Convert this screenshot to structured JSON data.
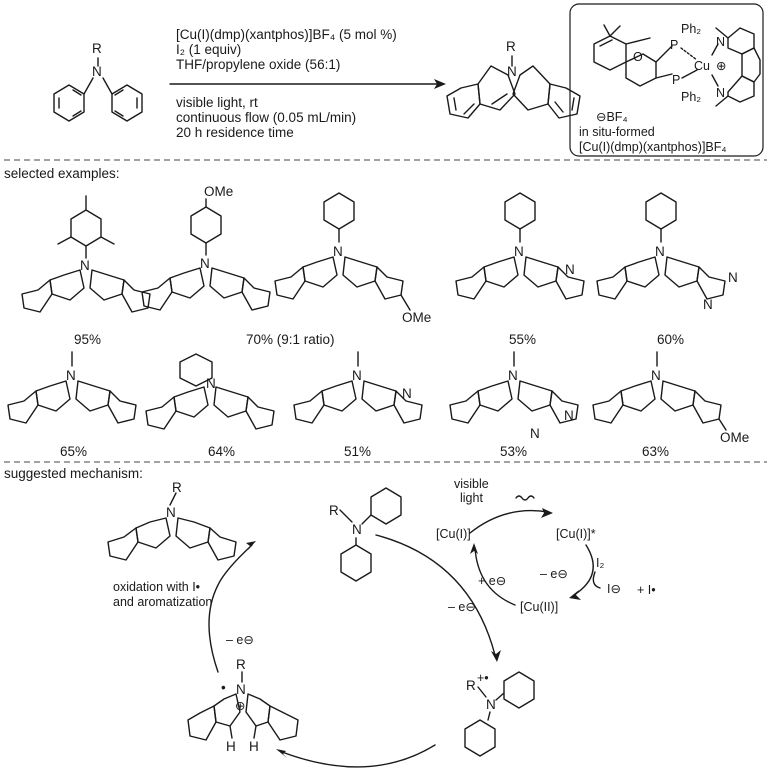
{
  "reaction": {
    "conditions": [
      "[Cu(I)(dmp)(xantphos)]BF₄ (5 mol %)",
      "I₂ (1 equiv)",
      "THF/propylene oxide (56:1)",
      "visible light, rt",
      "continuous flow (0.05 mL/min)",
      "20 h residence time"
    ],
    "reactant_labels": {
      "r": "R",
      "n": "N"
    },
    "product_labels": {
      "r": "R",
      "n": "N"
    }
  },
  "catalyst_box": {
    "ph2_top": "Ph₂",
    "p_top": "P",
    "ph2_bottom": "Ph₂",
    "p_bottom": "P",
    "o": "O",
    "cu": "Cu",
    "cu_charge": "⊕",
    "n_top": "N",
    "n_bottom": "N",
    "counterion": "⊖BF₄",
    "caption_1": "in situ-formed",
    "caption_2": "[Cu(I)(dmp)(xantphos)]BF₄"
  },
  "examples": {
    "heading": "selected examples:",
    "row1_yields": [
      "95%",
      "70% (9:1 ratio)",
      "55%",
      "60%"
    ],
    "row2_yields": [
      "65%",
      "64%",
      "51%",
      "53%",
      "63%"
    ],
    "labels": {
      "ome": "OMe",
      "n": "N"
    }
  },
  "mechanism": {
    "heading": "suggested mechanism:",
    "visible_light": [
      "visible",
      "light"
    ],
    "cu1": "[Cu(I)]",
    "cu1_star": "[Cu(I)]*",
    "cu2": "[Cu(II)]",
    "i2": "I₂",
    "minus_e_right": "– e⊖",
    "i_minus": "I⊖",
    "plus_i_rad": "+ I•",
    "plus_e": "+ e⊖",
    "minus_e_left": "– e⊖",
    "minus_e_top": "– e⊖",
    "oxidation_1": "oxidation with I•",
    "oxidation_2": "and aromatization",
    "radical_cation": "R",
    "radical_cation_charge": "+•",
    "labels": {
      "r": "R",
      "n": "N",
      "h": "H",
      "charge": "⊕",
      "dot": "•"
    }
  }
}
